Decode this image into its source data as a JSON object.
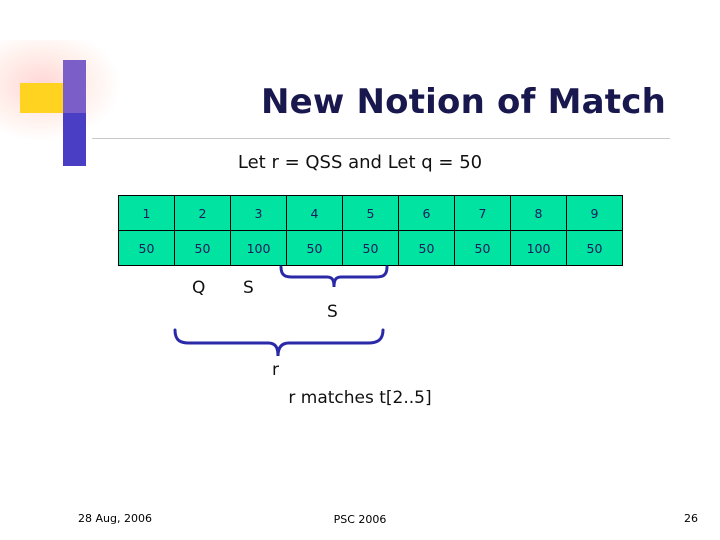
{
  "slide": {
    "title": "New Notion of Match",
    "subtitle": "Let r = QSS and Let q = 50",
    "table": {
      "index_row": [
        "1",
        "2",
        "3",
        "4",
        "5",
        "6",
        "7",
        "8",
        "9"
      ],
      "value_row": [
        "50",
        "50",
        "100",
        "50",
        "50",
        "50",
        "50",
        "100",
        "50"
      ]
    },
    "labels": {
      "q": "Q",
      "s_first": "S",
      "s_second": "S",
      "r": "r",
      "match_text": "r matches t[2..5]"
    },
    "colors": {
      "table_fill": "#00e3a1",
      "brace": "#2a2aa8",
      "title": "#19184e",
      "accent_yellow": "#ffd320",
      "accent_blue": "#4a3fc4"
    }
  },
  "footer": {
    "date": "28 Aug, 2006",
    "center": "PSC 2006",
    "page": "26"
  }
}
